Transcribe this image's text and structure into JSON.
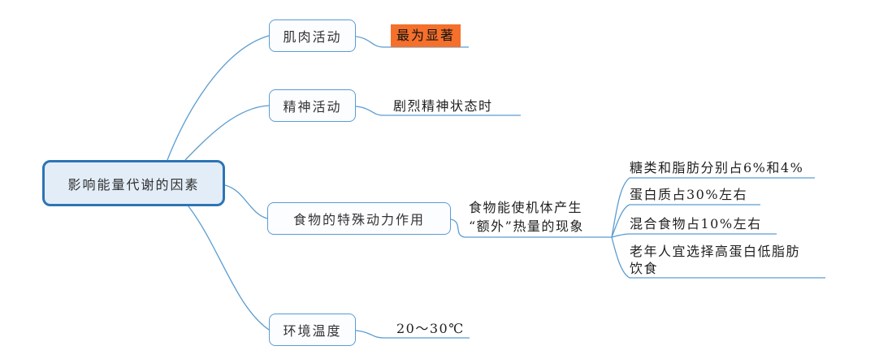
{
  "colors": {
    "root-border": "#2E74B5",
    "root-fill": "#E3EDF8",
    "branch-border": "#5B9BD5",
    "line": "#5B9CD0",
    "highlight": "#F4702B",
    "text": "#262626"
  },
  "root": {
    "label": "影响能量代谢的因素"
  },
  "branches": [
    {
      "label": "肌肉活动",
      "leaf": "最为显著",
      "highlighted": true
    },
    {
      "label": "精神活动",
      "leaf": "剧烈精神状态时"
    },
    {
      "label": "食物的特殊动力作用",
      "note": "食物能使机体产生\n“额外”热量的现象",
      "children": [
        "糖类和脂肪分别占6%和4%",
        "蛋白质占30%左右",
        "混合食物占10%左右",
        "老年人宜选择高蛋白低脂肪\n饮食"
      ]
    },
    {
      "label": "环境温度",
      "leaf": "20～30℃"
    }
  ]
}
